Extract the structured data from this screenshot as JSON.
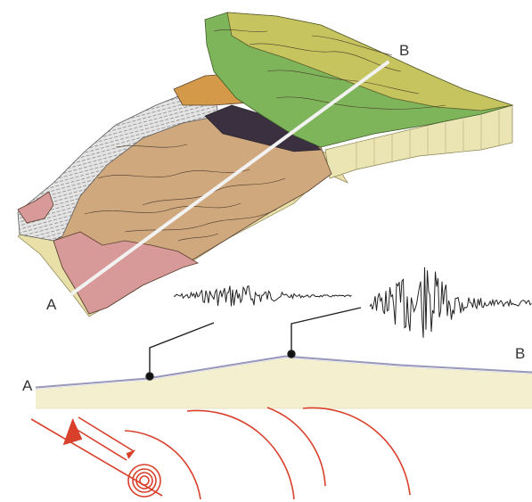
{
  "labels": {
    "block_a": "A",
    "block_b": "B",
    "profile_a": "A",
    "profile_b": "B"
  },
  "colors": {
    "alluvium": "#d8c39a",
    "valley_fill": "#cfa87e",
    "green_unit": "#7fb55a",
    "olive_unit": "#c6c45e",
    "pink_unit": "#d89a98",
    "hatched_unit": "#dcdcdc",
    "dark_unit": "#3a3040",
    "profile_ground": "#f4efcf",
    "profile_line": "#9999bb",
    "waves": "#d8402c",
    "seismogram": "#222222"
  }
}
